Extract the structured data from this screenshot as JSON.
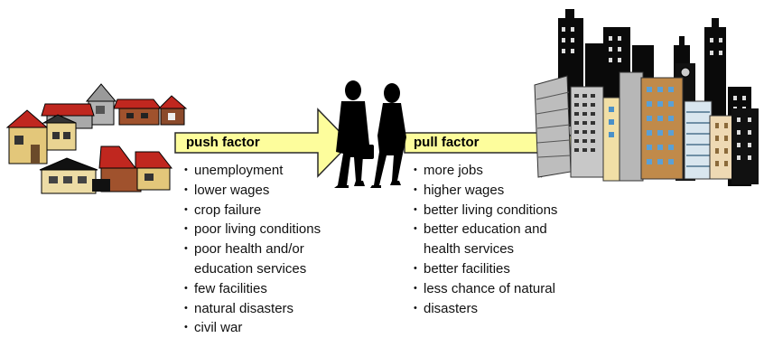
{
  "push": {
    "label": "push factor",
    "items": [
      {
        "text": "unemployment",
        "bullet": true
      },
      {
        "text": "lower wages",
        "bullet": true
      },
      {
        "text": "crop failure",
        "bullet": true
      },
      {
        "text": "poor living conditions",
        "bullet": true
      },
      {
        "text": "poor health and/or",
        "bullet": true
      },
      {
        "text": "education services",
        "bullet": false
      },
      {
        "text": "few facilities",
        "bullet": true
      },
      {
        "text": "natural disasters",
        "bullet": true
      },
      {
        "text": "civil war",
        "bullet": true
      }
    ]
  },
  "pull": {
    "label": "pull factor",
    "items": [
      {
        "text": "more jobs",
        "bullet": true
      },
      {
        "text": "higher wages",
        "bullet": true
      },
      {
        "text": "better living conditions",
        "bullet": true
      },
      {
        "text": "better education and",
        "bullet": true
      },
      {
        "text": "health services",
        "bullet": false
      },
      {
        "text": "better facilities",
        "bullet": true
      },
      {
        "text": "less chance of natural",
        "bullet": true
      },
      {
        "text": "disasters",
        "bullet": true
      }
    ]
  },
  "icons": {
    "origin": "village-houses-icon",
    "migrants": "walking-people-silhouette-icon",
    "destination": "city-skyline-icon"
  },
  "colors": {
    "arrow_fill": "#fdfd9c",
    "arrow_stroke": "#2a2a2a"
  }
}
